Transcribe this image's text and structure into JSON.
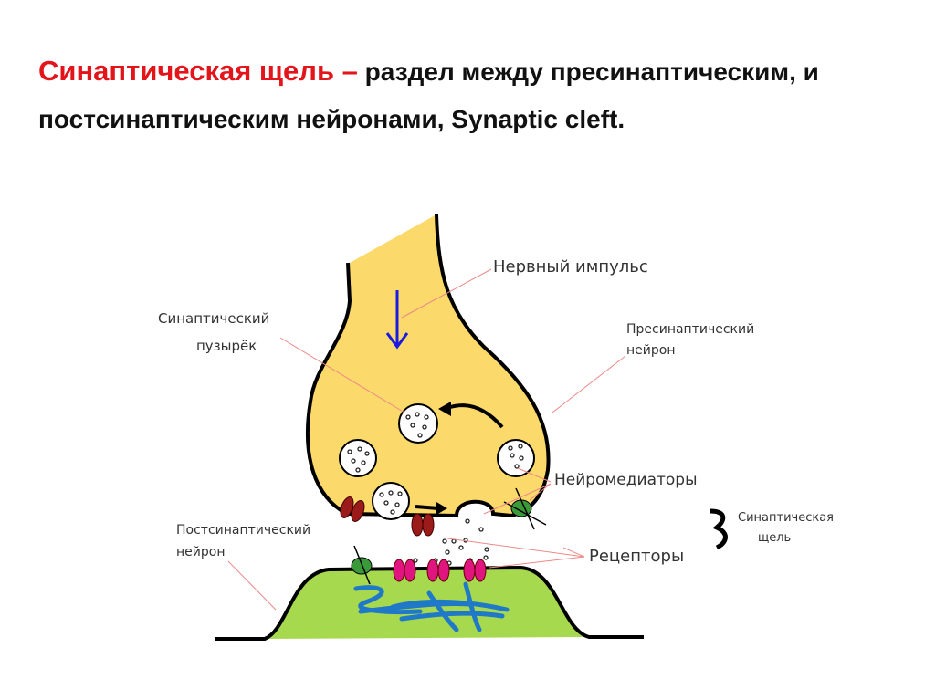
{
  "title": {
    "highlight": "Синаптическая щель –",
    "rest": " раздел между пресинаптическим, и постсинаптическим нейронами, Synaptic cleft."
  },
  "labels": {
    "impulse": "Нервный импульс",
    "vesicle_1": "Синаптический",
    "vesicle_2": "пузырёк",
    "presynaptic_1": "Пресинаптический",
    "presynaptic_2": "нейрон",
    "neurotransmitters": "Нейромедиаторы",
    "cleft_1": "Синаптическая",
    "cleft_2": "щель",
    "postsynaptic_1": "Постсинаптический",
    "postsynaptic_2": "нейрон",
    "receptors": "Рецепторы"
  },
  "colors": {
    "accent": "#e3151a",
    "presynaptic": "#fbd96b",
    "postsynaptic": "#a6d94e",
    "receptor": "#e0157f",
    "channel": "#9b1a1a",
    "arrow": "#1a1ae0"
  }
}
